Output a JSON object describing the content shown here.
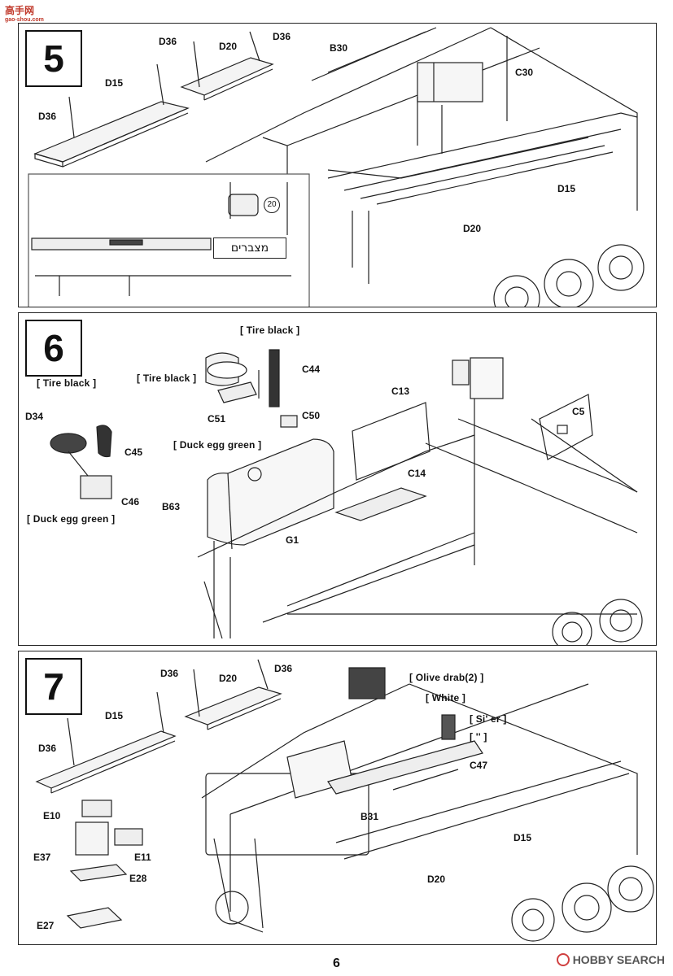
{
  "site_logo": {
    "text": "高手网",
    "sub": "gao-shou.com"
  },
  "page_number": "6",
  "watermark": "HOBBY SEARCH",
  "steps": [
    {
      "number": "5",
      "labels": {
        "d36_a": "D36",
        "d20_a": "D20",
        "d36_b": "D36",
        "b30": "B30",
        "d15_a": "D15",
        "d36_c": "D36",
        "c30": "C30",
        "d15_b": "D15",
        "d20_b": "D20"
      },
      "inset": {
        "circle_num": "20",
        "hebrew": "מצברים"
      }
    },
    {
      "number": "6",
      "labels": {
        "c44": "C44",
        "c51": "C51",
        "c50": "C50",
        "c13": "C13",
        "c5": "C5",
        "d34": "D34",
        "c45": "C45",
        "c46": "C46",
        "c14": "C14",
        "b63": "B63",
        "g1": "G1"
      },
      "notes": {
        "tire_black_top": "[ Tire black ]",
        "tire_black_mid": "[ Tire black ]",
        "tire_black_left": "[ Tire black ]",
        "duck_egg_mid": "[ Duck egg green ]",
        "duck_egg_left": "[ Duck egg green ]"
      }
    },
    {
      "number": "7",
      "labels": {
        "d36_a": "D36",
        "d20_a": "D20",
        "d36_b": "D36",
        "d15_a": "D15",
        "d36_c": "D36",
        "e10": "E10",
        "e37": "E37",
        "e11": "E11",
        "e28": "E28",
        "e27": "E27",
        "c47": "C47",
        "b31": "B31",
        "d15_b": "D15",
        "d20_b": "D20"
      },
      "notes": {
        "olive_drab": "[ Olive drab(2) ]",
        "white": "[ White ]",
        "silver": "[ Si' er ]",
        "blank": "[ '' ]"
      }
    }
  ]
}
